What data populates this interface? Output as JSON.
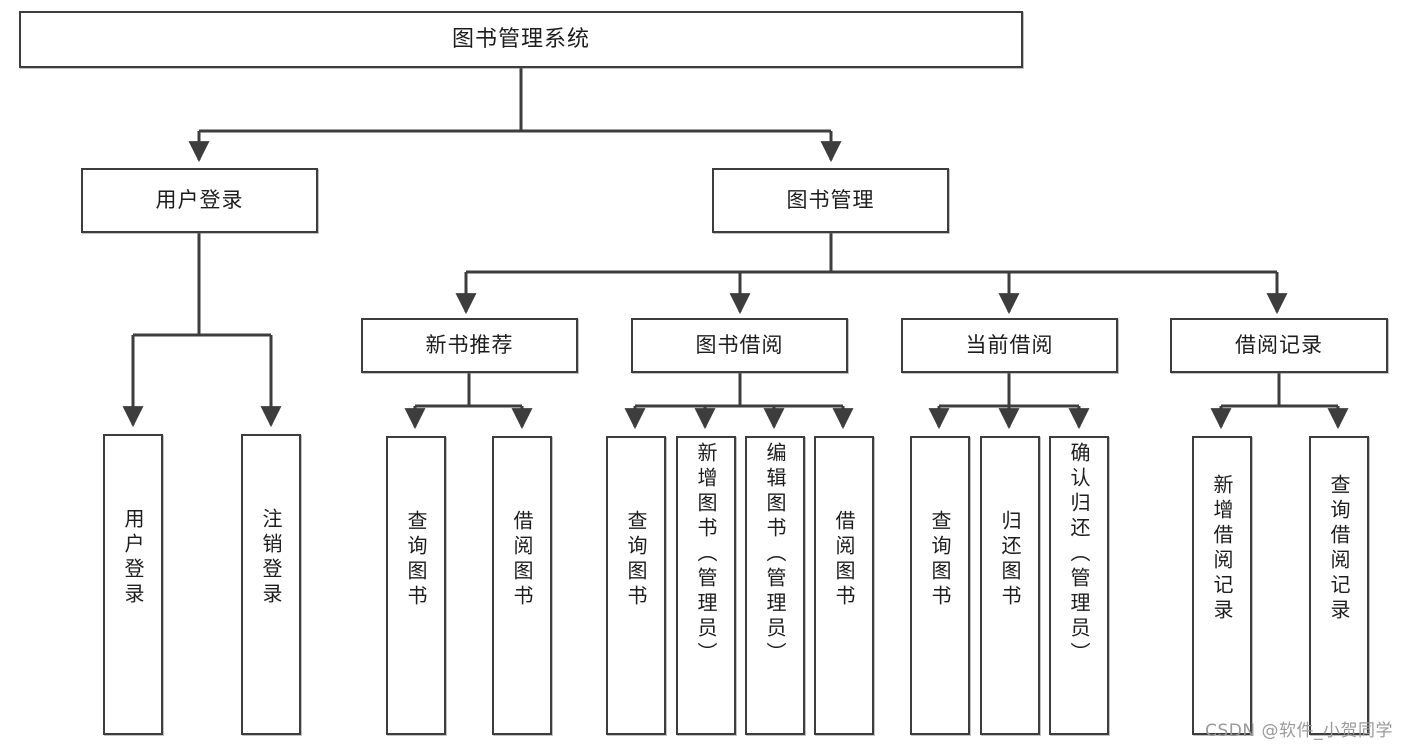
{
  "diagram": {
    "title": "图书管理系统",
    "type": "tree-hierarchy-diagram",
    "line_color": "#3d3d3d",
    "box_fill": "#ffffff",
    "text_color": "#1d1d1d",
    "root": {
      "label": "图书管理系统"
    },
    "level1": [
      {
        "label": "用户登录"
      },
      {
        "label": "图书管理"
      }
    ],
    "level2": [
      {
        "label": "新书推荐"
      },
      {
        "label": "图书借阅"
      },
      {
        "label": "当前借阅"
      },
      {
        "label": "借阅记录"
      }
    ],
    "leaves": {
      "user_login": [
        {
          "label": "用户登录"
        },
        {
          "label": "注销登录"
        }
      ],
      "new_book_recommend": [
        {
          "label": "查询图书"
        },
        {
          "label": "借阅图书"
        }
      ],
      "book_borrow": [
        {
          "label": "查询图书"
        },
        {
          "label": "新增图书（管理员）"
        },
        {
          "label": "编辑图书（管理员）"
        },
        {
          "label": "借阅图书"
        }
      ],
      "current_borrow": [
        {
          "label": "查询图书"
        },
        {
          "label": "归还图书"
        },
        {
          "label": "确认归还（管理员）"
        }
      ],
      "borrow_record": [
        {
          "label": "新增借阅记录"
        },
        {
          "label": "查询借阅记录"
        }
      ]
    }
  },
  "watermark": {
    "text": "CSDN @软件_小贺同学"
  }
}
